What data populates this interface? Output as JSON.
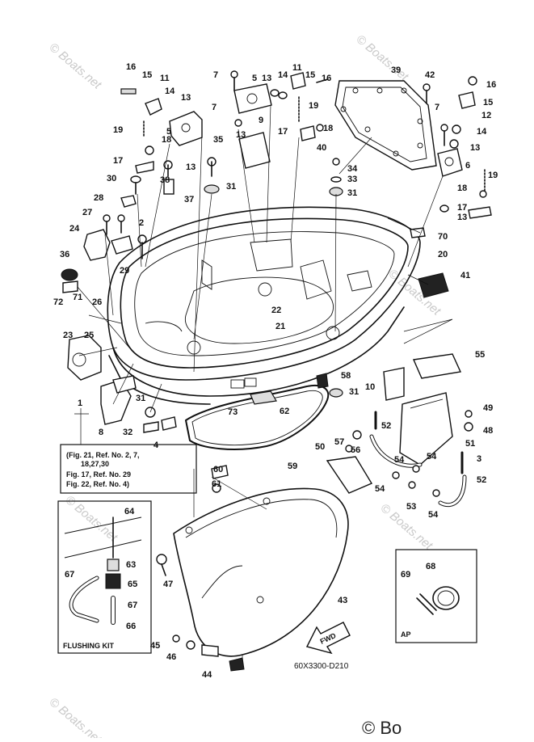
{
  "diagram": {
    "drawing_code": "60X3300-D210",
    "fwd_label": "FWD",
    "ap_label": "AP",
    "flushing_kit_label": "FLUSHING KIT",
    "note_lines": [
      "(Fig. 21, Ref. No. 2, 7,",
      "18,27,30",
      "Fig. 17, Ref. No. 29",
      "Fig. 22, Ref. No. 4)"
    ],
    "watermark": "© Boats.net",
    "watermark_bottom": "© Bo"
  },
  "callouts": [
    {
      "label": "16"
    },
    {
      "label": "15"
    },
    {
      "label": "11"
    },
    {
      "label": "14"
    },
    {
      "label": "13"
    },
    {
      "label": "7"
    },
    {
      "label": "19"
    },
    {
      "label": "5"
    },
    {
      "label": "18"
    },
    {
      "label": "13"
    },
    {
      "label": "17"
    },
    {
      "label": "30"
    },
    {
      "label": "38"
    },
    {
      "label": "35"
    },
    {
      "label": "37"
    },
    {
      "label": "31"
    },
    {
      "label": "28"
    },
    {
      "label": "27"
    },
    {
      "label": "2"
    },
    {
      "label": "24"
    },
    {
      "label": "29"
    },
    {
      "label": "36"
    },
    {
      "label": "72"
    },
    {
      "label": "71"
    },
    {
      "label": "26"
    },
    {
      "label": "25"
    },
    {
      "label": "23"
    },
    {
      "label": "1"
    },
    {
      "label": "8"
    },
    {
      "label": "31"
    },
    {
      "label": "32"
    },
    {
      "label": "4"
    },
    {
      "label": "7"
    },
    {
      "label": "5"
    },
    {
      "label": "13"
    },
    {
      "label": "14"
    },
    {
      "label": "11"
    },
    {
      "label": "15"
    },
    {
      "label": "16"
    },
    {
      "label": "19"
    },
    {
      "label": "13"
    },
    {
      "label": "9"
    },
    {
      "label": "17"
    },
    {
      "label": "18"
    },
    {
      "label": "39"
    },
    {
      "label": "42"
    },
    {
      "label": "40"
    },
    {
      "label": "34"
    },
    {
      "label": "33"
    },
    {
      "label": "31"
    },
    {
      "label": "16"
    },
    {
      "label": "15"
    },
    {
      "label": "12"
    },
    {
      "label": "7"
    },
    {
      "label": "14"
    },
    {
      "label": "13"
    },
    {
      "label": "6"
    },
    {
      "label": "19"
    },
    {
      "label": "18"
    },
    {
      "label": "17"
    },
    {
      "label": "13"
    },
    {
      "label": "70"
    },
    {
      "label": "20"
    },
    {
      "label": "41"
    },
    {
      "label": "22"
    },
    {
      "label": "21"
    },
    {
      "label": "55"
    },
    {
      "label": "58"
    },
    {
      "label": "10"
    },
    {
      "label": "31"
    },
    {
      "label": "73"
    },
    {
      "label": "62"
    },
    {
      "label": "49"
    },
    {
      "label": "48"
    },
    {
      "label": "52"
    },
    {
      "label": "57"
    },
    {
      "label": "56"
    },
    {
      "label": "50"
    },
    {
      "label": "51"
    },
    {
      "label": "3"
    },
    {
      "label": "54"
    },
    {
      "label": "54"
    },
    {
      "label": "54"
    },
    {
      "label": "53"
    },
    {
      "label": "54"
    },
    {
      "label": "52"
    },
    {
      "label": "59"
    },
    {
      "label": "60"
    },
    {
      "label": "61"
    },
    {
      "label": "64"
    },
    {
      "label": "63"
    },
    {
      "label": "67"
    },
    {
      "label": "65"
    },
    {
      "label": "67"
    },
    {
      "label": "66"
    },
    {
      "label": "47"
    },
    {
      "label": "43"
    },
    {
      "label": "45"
    },
    {
      "label": "46"
    },
    {
      "label": "44"
    },
    {
      "label": "69"
    },
    {
      "label": "68"
    }
  ]
}
